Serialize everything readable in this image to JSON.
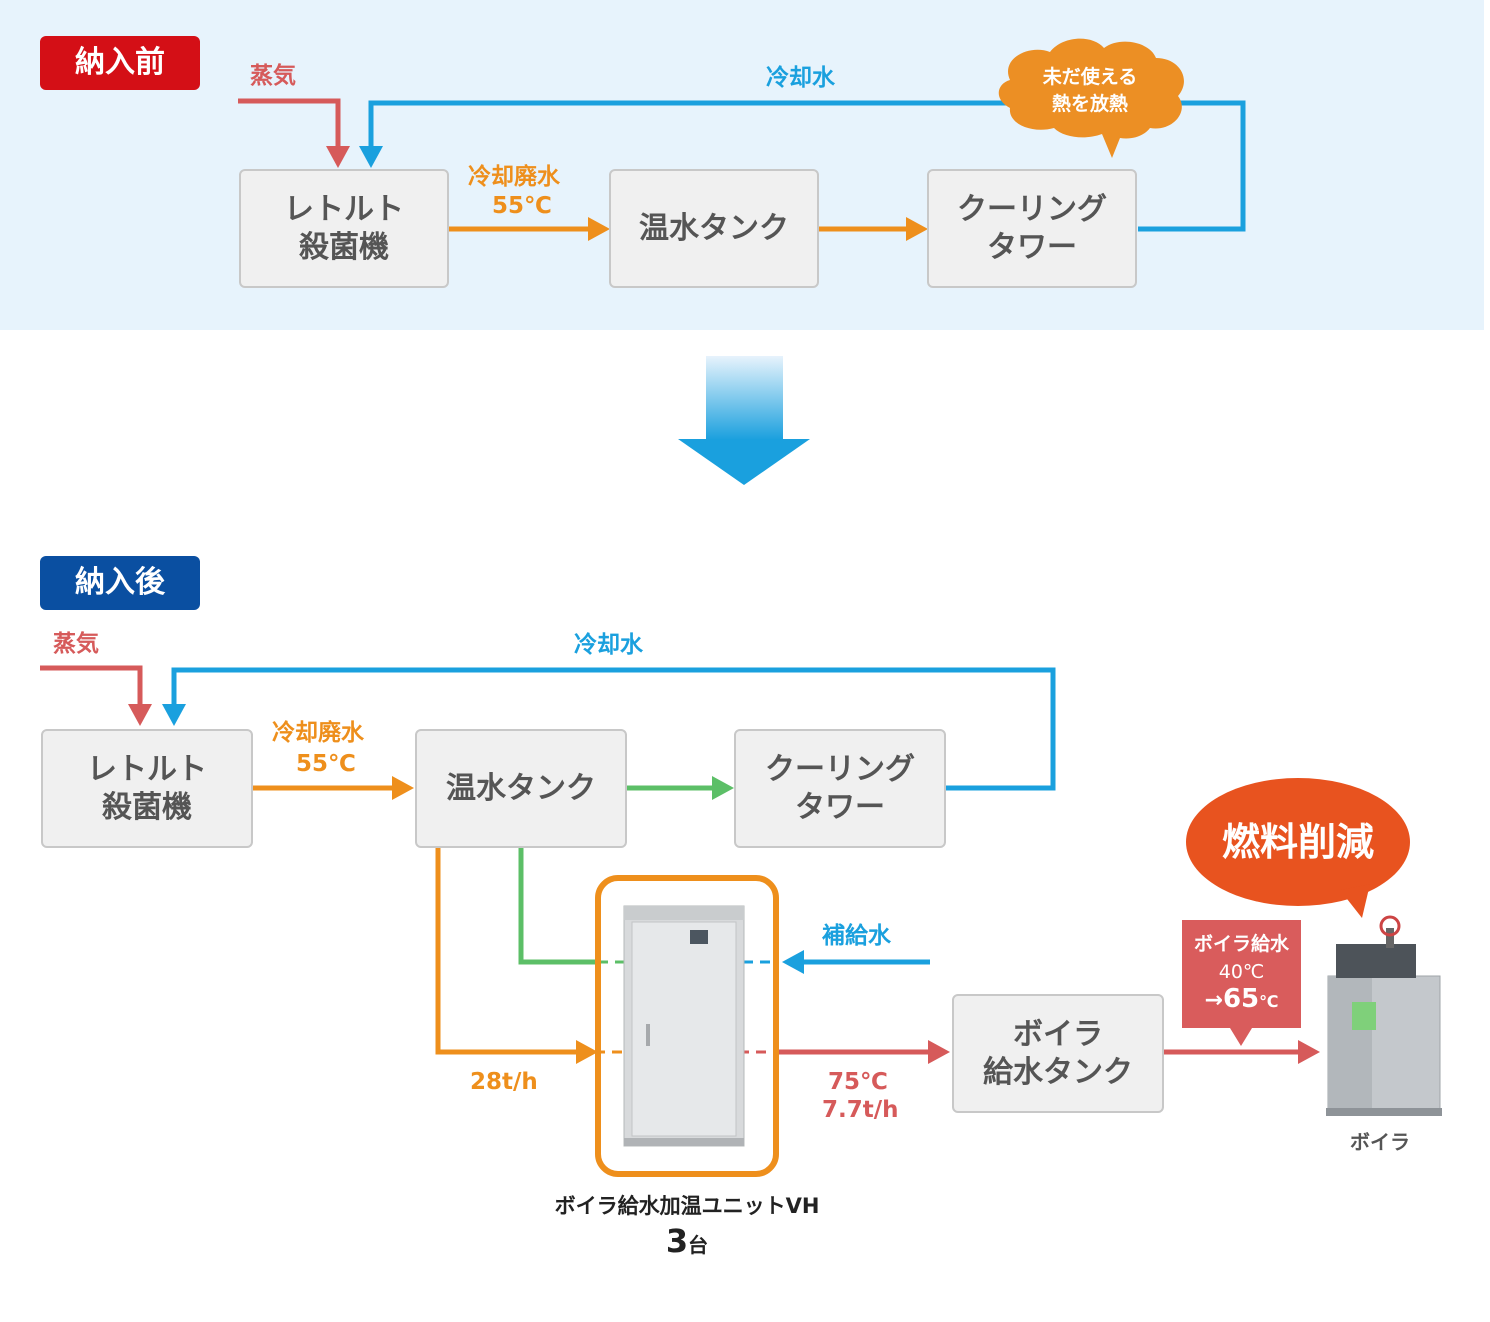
{
  "before": {
    "badge": "納入前",
    "steam": "蒸気",
    "cooling_water": "冷却水",
    "waste_water": "冷却廃水",
    "waste_temp": "55℃",
    "retort": "レトルト\n殺菌機",
    "hot_tank": "温水タンク",
    "tower": "クーリング\nタワー",
    "bubble": "未だ使える\n熱を放熱"
  },
  "after": {
    "badge": "納入後",
    "steam": "蒸気",
    "cooling_water": "冷却水",
    "waste_water": "冷却廃水",
    "waste_temp": "55℃",
    "retort": "レトルト\n殺菌機",
    "hot_tank": "温水タンク",
    "tower": "クーリング\nタワー",
    "makeup_water": "補給水",
    "flow_in": "28t/h",
    "out_temp": "75℃",
    "out_flow": "7.7t/h",
    "feed_tank": "ボイラ\n給水タンク",
    "feed_note_title": "ボイラ給水",
    "feed_note_from": "40℃",
    "feed_note_arrow": "→",
    "feed_note_to": "65",
    "feed_note_unit": "℃",
    "fuel_bubble": "燃料削減",
    "boiler_label": "ボイラ",
    "unit_name": "ボイラ給水加温ユニットVH",
    "unit_count": "3",
    "unit_count_suffix": "台"
  },
  "colors": {
    "steam": "#d65a5a",
    "cooling": "#1aa0de",
    "waste": "#ee8f1c",
    "tower_feed": "#5cbf67",
    "badge_before": "#d40f16",
    "badge_after": "#0a4fa1",
    "bubble_orange": "#ec8f24",
    "fuel_bubble": "#e8531f",
    "feed_note": "#d95c5c"
  }
}
